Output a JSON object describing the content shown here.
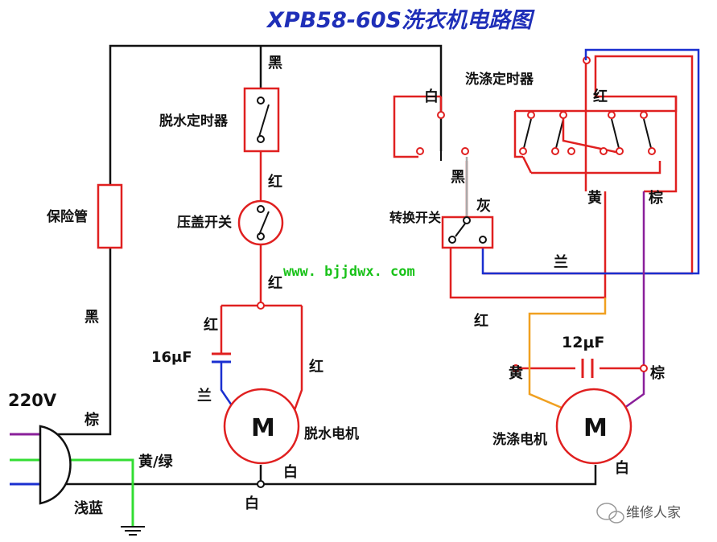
{
  "title": "XPB58-60S洗衣机电路图",
  "website": "www. bjjdwx. com",
  "watermark": "维修人家",
  "labels": {
    "black_top": "黑",
    "dehydration_timer": "脱水定时器",
    "red_1": "红",
    "lid_switch": "压盖开关",
    "red_2": "红",
    "fuse": "保险管",
    "black_left": "黑",
    "red_3": "红",
    "cap_16": "16μF",
    "red_4": "红",
    "blue_1": "兰",
    "motor_m1": "M",
    "dehydration_motor": "脱水电机",
    "white_1": "白",
    "white_2": "白",
    "voltage": "220V",
    "brown_1": "棕",
    "yellow_green": "黄/绿",
    "light_blue": "浅蓝",
    "white_3": "白",
    "wash_timer": "洗涤定时器",
    "red_5": "红",
    "black_2": "黑",
    "yellow_1": "黄",
    "brown_2": "棕",
    "transfer_switch": "转换开关",
    "gray": "灰",
    "blue_2": "兰",
    "red_6": "红",
    "cap_12": "12μF",
    "yellow_2": "黄",
    "brown_3": "棕",
    "motor_m2": "M",
    "wash_motor": "洗涤电机",
    "white_4": "白"
  },
  "colors": {
    "black_wire": "#111111",
    "red_wire": "#e02020",
    "blue_wire": "#1a2fd0",
    "purple_wire": "#8a1f9a",
    "orange_wire": "#f0a020",
    "green_wire": "#33dd33",
    "gray_wire": "#aaaaaa",
    "title": "#1f2fb8",
    "url": "#19c219"
  }
}
